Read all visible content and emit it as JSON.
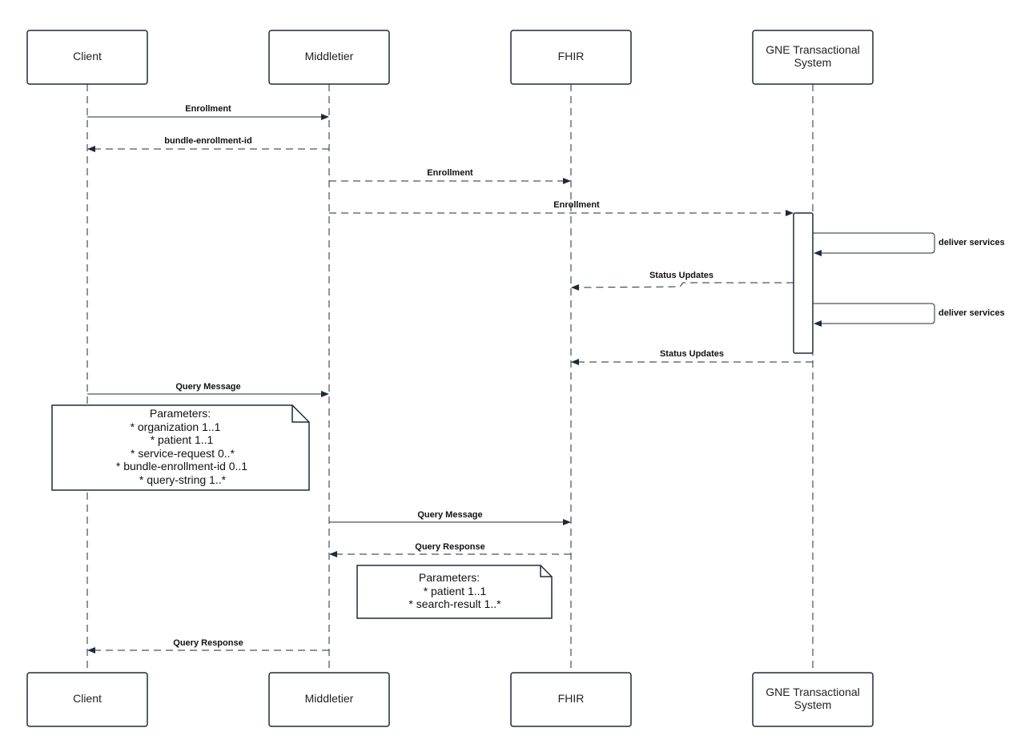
{
  "diagram": {
    "participants": [
      {
        "name": "Client"
      },
      {
        "name": "Middletier"
      },
      {
        "name": "FHIR"
      },
      {
        "name": "GNE Transactional System",
        "lines": [
          "GNE Transactional",
          "System"
        ]
      }
    ],
    "messages": [
      {
        "label": "Enrollment",
        "from": 0,
        "to": 1,
        "style": "solid"
      },
      {
        "label": "bundle-enrollment-id",
        "from": 1,
        "to": 0,
        "style": "dashed"
      },
      {
        "label": "Enrollment",
        "from": 1,
        "to": 2,
        "style": "dashed"
      },
      {
        "label": "Enrollment",
        "from": 1,
        "to": 3,
        "style": "dashed"
      },
      {
        "label": "deliver services",
        "self": 3
      },
      {
        "label": "Status Updates",
        "from": 3,
        "to": 2,
        "style": "dashed"
      },
      {
        "label": "deliver services",
        "self": 3
      },
      {
        "label": "Status Updates",
        "from": 3,
        "to": 2,
        "style": "dashed"
      },
      {
        "label": "Query Message",
        "from": 0,
        "to": 1,
        "style": "solid"
      },
      {
        "label": "Query Message",
        "from": 1,
        "to": 2,
        "style": "solid"
      },
      {
        "label": "Query Response",
        "from": 2,
        "to": 1,
        "style": "dashed"
      },
      {
        "label": "Query Response",
        "from": 1,
        "to": 0,
        "style": "dashed"
      }
    ],
    "notes": [
      {
        "lines": [
          "Parameters:",
          "* organization 1..1",
          "* patient 1..1",
          "* service-request 0..*",
          "* bundle-enrollment-id 0..1",
          "* query-string 1..*"
        ]
      },
      {
        "lines": [
          "Parameters:",
          "* patient 1..1",
          "* search-result 1..*"
        ]
      }
    ]
  },
  "colors": {
    "stroke": "#1f2a3c",
    "text": "#111111",
    "box_fill": "#ffffff"
  }
}
